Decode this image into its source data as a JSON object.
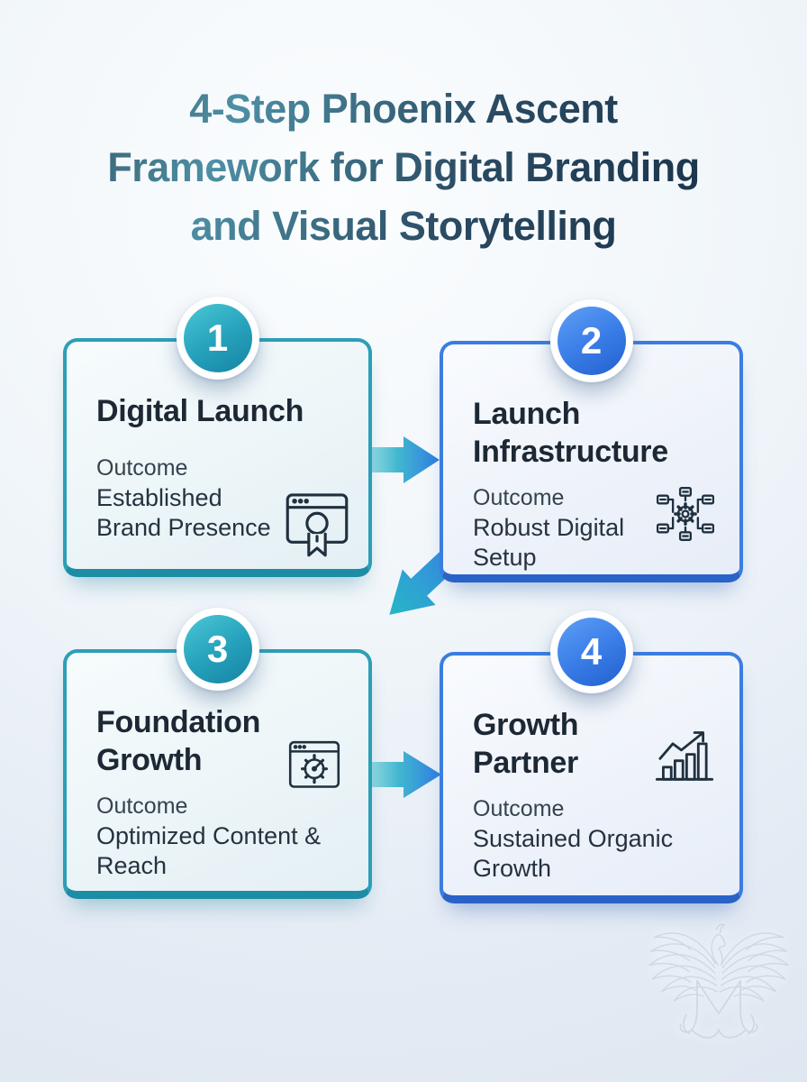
{
  "title": {
    "lines": [
      "4-Step Phoenix Ascent",
      "Framework for Digital Branding",
      "and Visual Storytelling"
    ]
  },
  "steps": [
    {
      "number": "1",
      "name": "Digital Launch",
      "outcome_label": "Outcome",
      "outcome": "Established Brand Presence",
      "icon": "browser-certificate-icon",
      "accent": "teal"
    },
    {
      "number": "2",
      "name": "Launch Infrastructure",
      "outcome_label": "Outcome",
      "outcome": "Robust Digital Setup",
      "icon": "network-gear-icon",
      "accent": "blue"
    },
    {
      "number": "3",
      "name": "Foundation Growth",
      "outcome_label": "Outcome",
      "outcome": "Optimized Content & Reach",
      "icon": "browser-gauge-icon",
      "accent": "teal"
    },
    {
      "number": "4",
      "name": "Growth Partner",
      "outcome_label": "Outcome",
      "outcome": "Sustained Organic Growth",
      "icon": "growth-chart-icon",
      "accent": "blue"
    }
  ],
  "flow": [
    "step-1-to-step-2",
    "step-2-to-step-3",
    "step-3-to-step-4"
  ],
  "colors": {
    "accent_teal": "#2b9fb7",
    "accent_teal_dark": "#1d8da6",
    "accent_blue": "#3b7de0",
    "accent_blue_dark": "#2a63c8",
    "heading_text": "#1d2835",
    "body_text": "#25323f",
    "title_gradient": [
      "#2c4a58",
      "#4e8fa4",
      "#2a4a62",
      "#132a40"
    ],
    "arrow_gradient": [
      "#a7e3e6",
      "#41b7cf",
      "#2f7de2"
    ]
  },
  "watermark": {
    "name": "phoenix-m-monogram-logo"
  }
}
